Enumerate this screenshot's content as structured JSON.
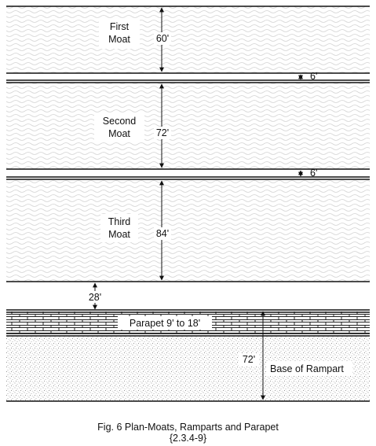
{
  "moats": [
    {
      "name_line1": "First",
      "name_line2": "Moat",
      "width": "60'"
    },
    {
      "name_line1": "Second",
      "name_line2": "Moat",
      "width": "72'"
    },
    {
      "name_line1": "Third",
      "name_line2": "Moat",
      "width": "84'"
    }
  ],
  "gaps": [
    "6'",
    "6'"
  ],
  "berm": "28'",
  "parapet_label": "Parapet 9' to 18'",
  "rampart": {
    "width": "72'",
    "label": "Base of Rampart"
  },
  "caption": {
    "line1": "Fig. 6 Plan-Moats, Ramparts and Parapet",
    "line2": "{2.3.4-9}"
  },
  "colors": {
    "line": "#111111",
    "water_wave": "#d4d4d4",
    "brick": "#222222",
    "stipple": "#8a8a8a"
  }
}
